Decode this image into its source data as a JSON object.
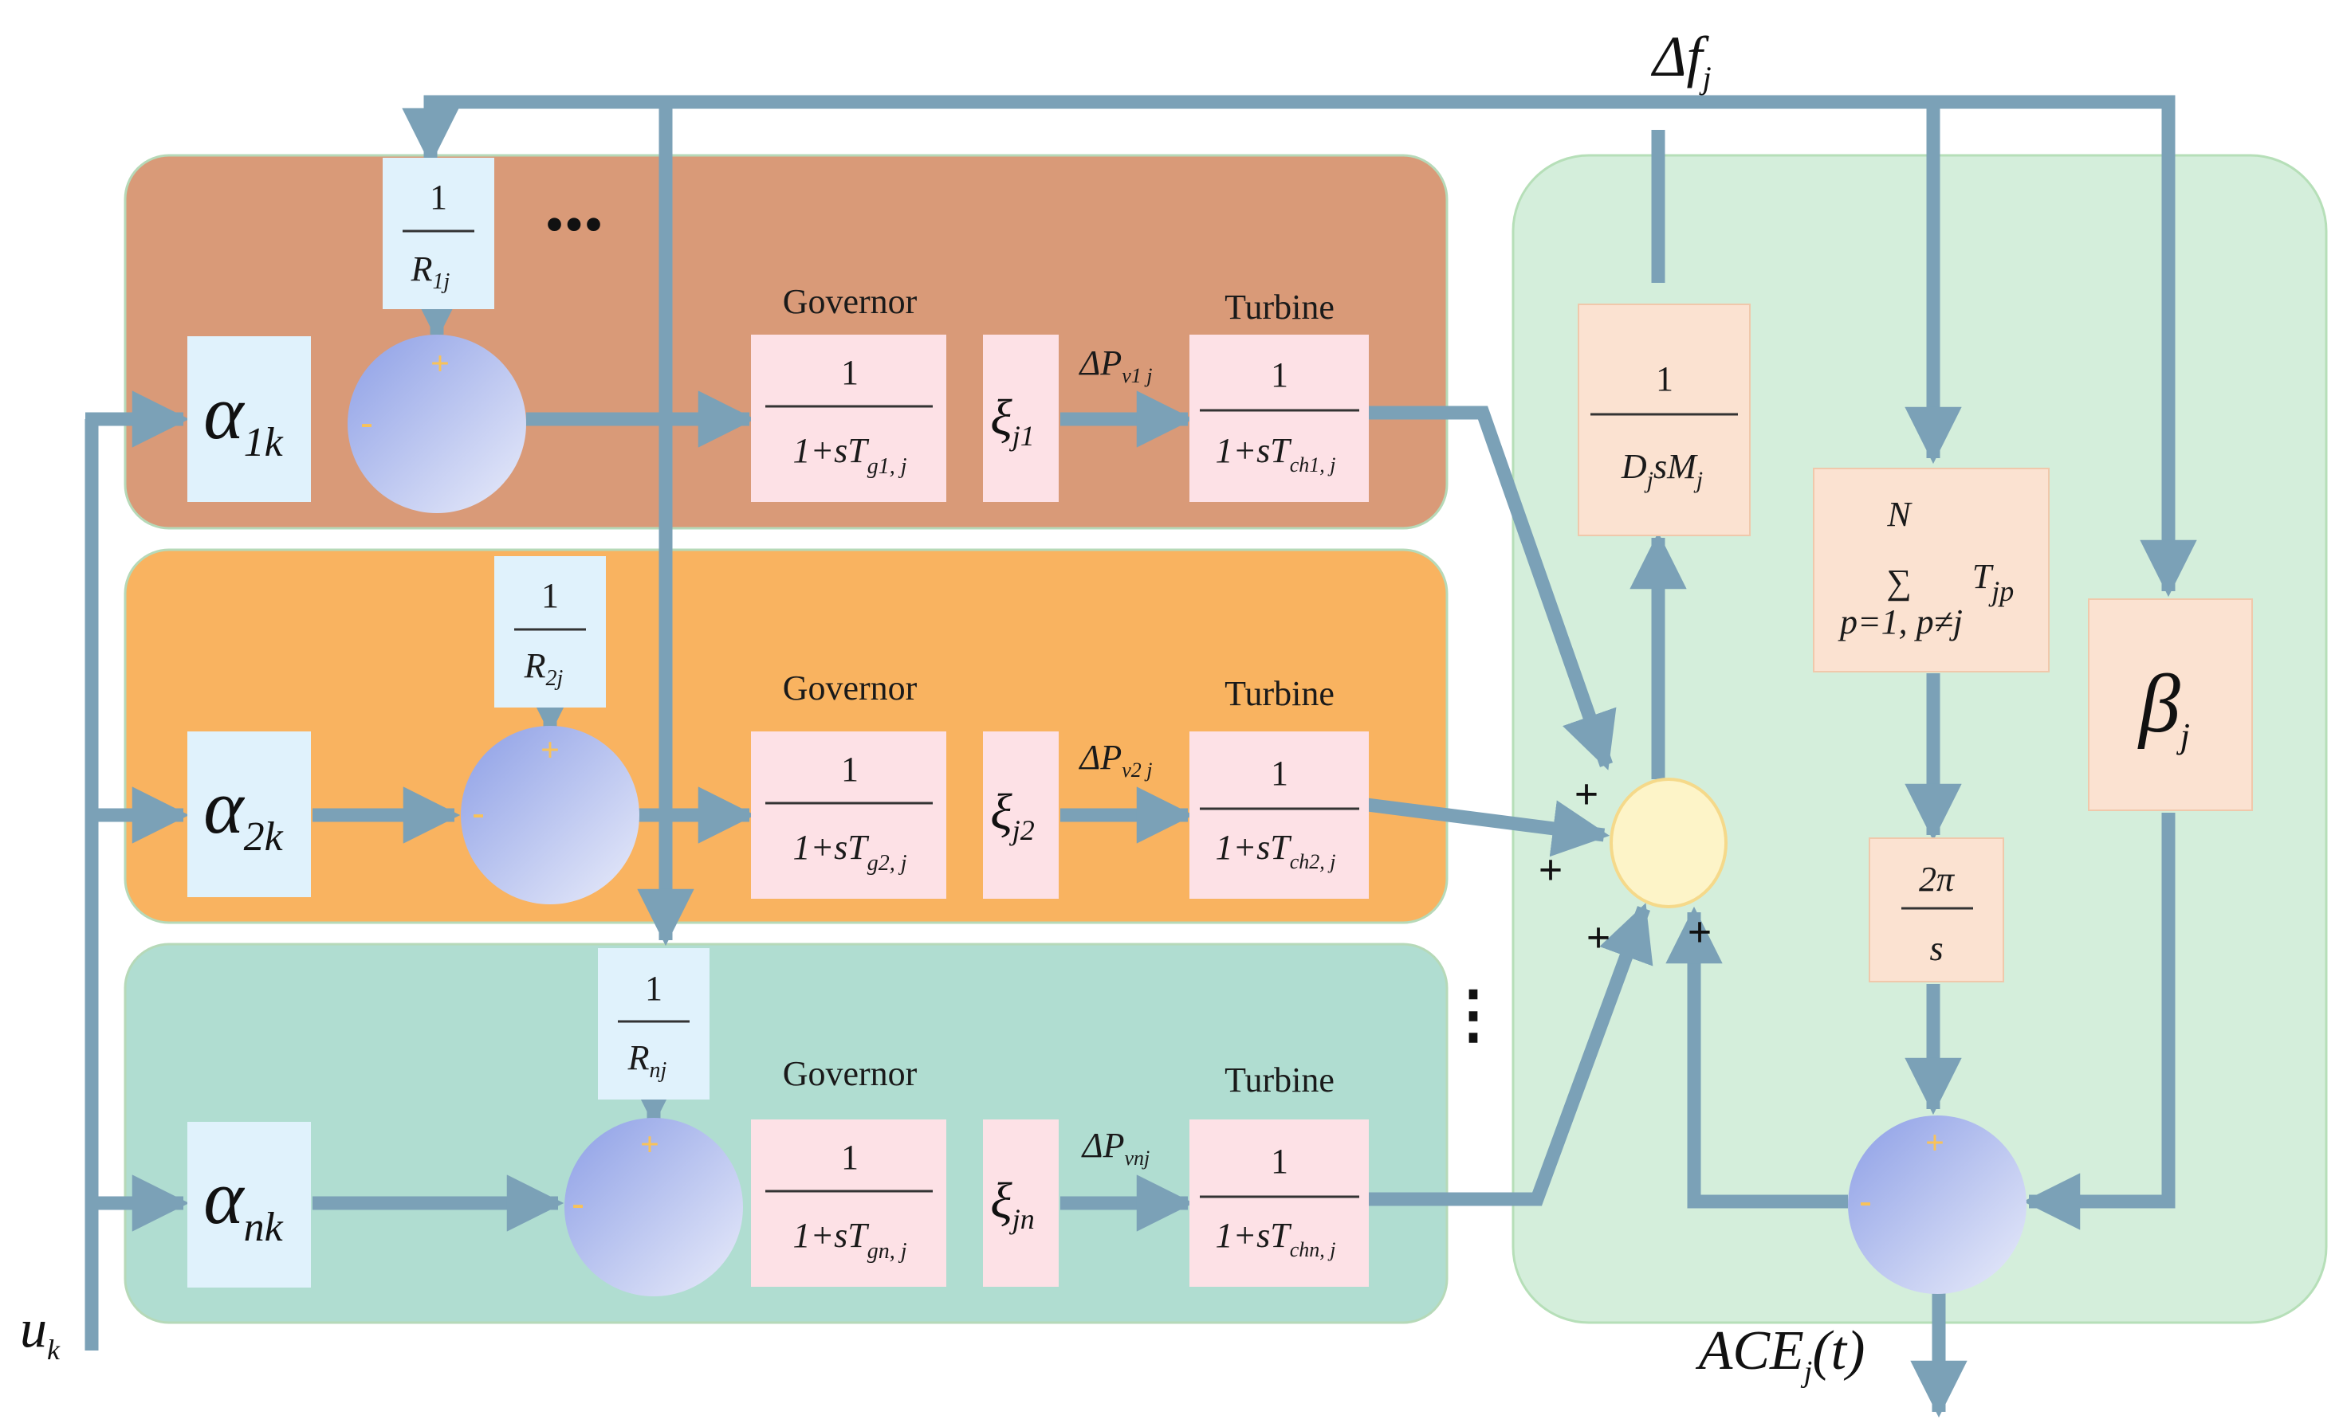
{
  "colors": {
    "group1": "#d99a78",
    "group2": "#f9b360",
    "group3": "#b0ddd1",
    "panel": "#d4eedb",
    "wire": "#7ba1b7",
    "alphaBox": "#e0f2fc",
    "tfBox": "#fde1e6",
    "panelBox": "#fbe2d1",
    "sumFill": "#fdf4c8",
    "plusOrange": "#f8c25a"
  },
  "labels": {
    "governor_1": "Governor",
    "governor_2": "Governor",
    "governor_n": "Governor",
    "turbine_1": "Turbine",
    "turbine_2": "Turbine",
    "turbine_n": "Turbine",
    "ellipsis_h": "•••",
    "ellipsis_v": "⋮"
  },
  "math": {
    "one": "1",
    "alpha": "α",
    "alpha1_sub": "1k",
    "alpha2_sub": "2k",
    "alphan_sub": "nk",
    "R": "R",
    "R1_sub": "1j",
    "R2_sub": "2j",
    "Rn_sub": "nj",
    "den_prefix": "1+sT",
    "Tg1_sub": "g1, j",
    "Tg2_sub": "g2, j",
    "Tgn_sub": "gn, j",
    "xi": "ξ",
    "xi1_sub": "j1",
    "xi2_sub": "j2",
    "xin_sub": "jn",
    "dP": "ΔP",
    "dP1_sub": "v1 j",
    "dP2_sub": "v2 j",
    "dPn_sub": "vnj",
    "Tch1_sub": "ch1, j",
    "Tch2_sub": "ch2, j",
    "Tchn_sub": "chn, j",
    "delta_f": "Δf",
    "delta_f_sub": "j",
    "D": "D",
    "D_sub": "j",
    "sM": "sM",
    "M_sub": "j",
    "sigma": "∑",
    "sigma_top": "N",
    "sigma_bottom": "p=1, p≠j",
    "T": "T",
    "T_sub": "jp",
    "two_pi": "2π",
    "s": "s",
    "beta": "β",
    "beta_sub": "j",
    "ace": "ACE",
    "ace_sub": "j",
    "ace_arg": "(t)",
    "u": "u",
    "u_sub": "k",
    "plus": "+",
    "minus": "-"
  }
}
